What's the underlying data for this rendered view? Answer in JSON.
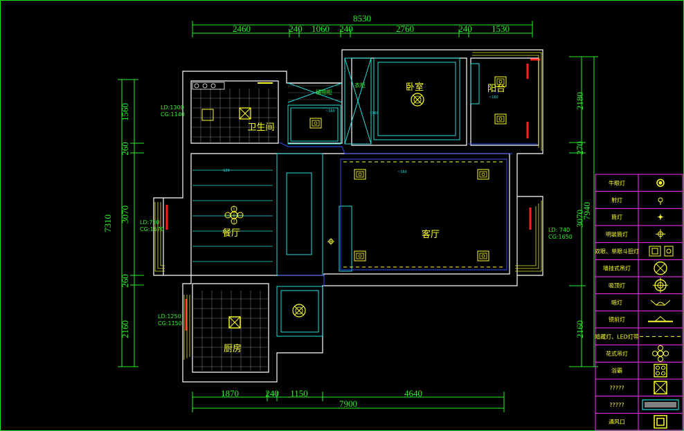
{
  "dimensions": {
    "top_total": "8530",
    "top": [
      "2460",
      "240",
      "1060",
      "240",
      "2760",
      "240",
      "1530"
    ],
    "bottom_total": "7900",
    "bottom": [
      "1870",
      "240",
      "1150",
      "4640"
    ],
    "left_total": "7310",
    "left": [
      "1560",
      "260",
      "3070",
      "260",
      "2160"
    ],
    "right_total": "7940",
    "right": [
      "2180",
      "270",
      "3070",
      "2160"
    ]
  },
  "rooms": {
    "bedroom": "卧室",
    "balcony": "阳台",
    "bathroom": "卫生间",
    "dining": "餐厅",
    "living": "客厅",
    "kitchen": "厨房",
    "shoe_cabinet": "储物柜",
    "wardrobe": "衣柜"
  },
  "window_notes": {
    "bath_ld": "LD:1300",
    "bath_cg": "CG:1140",
    "dining_ld": "LD:730",
    "dining_cg": "CG:1670",
    "kitchen_ld": "LD:1250",
    "kitchen_cg": "CG:1150",
    "living_ld": "LD: 740",
    "living_cg": "CG:1650"
  },
  "legend": [
    {
      "label": "牛眼灯",
      "icon": "bulls-eye-lamp-icon"
    },
    {
      "label": "射灯",
      "icon": "spotlight-icon"
    },
    {
      "label": "筒灯",
      "icon": "downlight-icon"
    },
    {
      "label": "明装筒灯",
      "icon": "surface-downlight-icon"
    },
    {
      "label": "双眼、单眼斗胆灯",
      "icon": "grille-lamp-icon"
    },
    {
      "label": "墙挂式吊灯",
      "icon": "wall-pendant-icon"
    },
    {
      "label": "吸顶灯",
      "icon": "ceiling-lamp-icon"
    },
    {
      "label": "暗灯",
      "icon": "concealed-lamp-icon"
    },
    {
      "label": "镜前灯",
      "icon": "mirror-lamp-icon"
    },
    {
      "label": "暗藏灯、LED灯带",
      "icon": "led-strip-icon"
    },
    {
      "label": "花式吊灯",
      "icon": "chandelier-icon"
    },
    {
      "label": "浴霸",
      "icon": "bath-heater-icon"
    },
    {
      "label": "?????",
      "icon": "exhaust-fan-icon"
    },
    {
      "label": "?????",
      "icon": "strip-grille-icon"
    },
    {
      "label": "通风口",
      "icon": "vent-icon"
    }
  ],
  "colors": {
    "wall": "#ffffff",
    "dimension": "#2af22a",
    "fixture": "#ffff30",
    "cabinet": "#20e0e0",
    "ceiling": "#3050ff",
    "window": "#e8e830",
    "curtain": "#ff2020"
  }
}
